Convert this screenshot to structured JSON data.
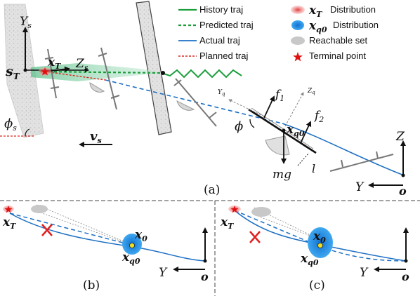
{
  "legend": {
    "history": "History traj",
    "predicted": "Predicted traj",
    "actual": "Actual traj",
    "planned": "Planned traj",
    "xT_dist": "Distribution",
    "xq0_dist": "Distribution",
    "reach": "Reachable set",
    "terminal": "Terminal point"
  },
  "colors": {
    "history": "#1a9e3a",
    "predicted": "#1a9e3a",
    "actual": "#1c6fc4",
    "planned": "#d9261c",
    "xT": "#e04040",
    "xq0": "#1e90e0",
    "reach": "#bdbdbd"
  },
  "panel_a": {
    "label": "(a)",
    "Ys": "Y",
    "Ys_sub": "s",
    "sT": "s",
    "sT_sub": "T",
    "xT": "x",
    "xT_sub": "T",
    "Zs": "Z",
    "Zs_sub": "s",
    "phis": "ϕ",
    "phis_sub": "s",
    "vs": "v",
    "vs_sub": "s",
    "Yq": "Y",
    "Yq_sub": "q",
    "Zq": "Z",
    "Zq_sub": "q",
    "f1": "f",
    "f1_sub": "1",
    "f2": "f",
    "f2_sub": "2",
    "phi": "ϕ",
    "xq0": "x",
    "xq0_sub": "q0",
    "mg": "mg",
    "l": "l",
    "Z": "Z",
    "Y": "Y",
    "o": "o"
  },
  "panel_b": {
    "label": "(b)",
    "xT": "x",
    "xT_sub": "T",
    "x0": "x",
    "x0_sub": "0",
    "xq0": "x",
    "xq0_sub": "q0",
    "Y": "Y",
    "o": "o"
  },
  "panel_c": {
    "label": "(c)",
    "xT": "x",
    "xT_sub": "T",
    "x0": "x",
    "x0_sub": "0",
    "xq0": "x",
    "xq0_sub": "q0",
    "Y": "Y",
    "o": "o"
  }
}
